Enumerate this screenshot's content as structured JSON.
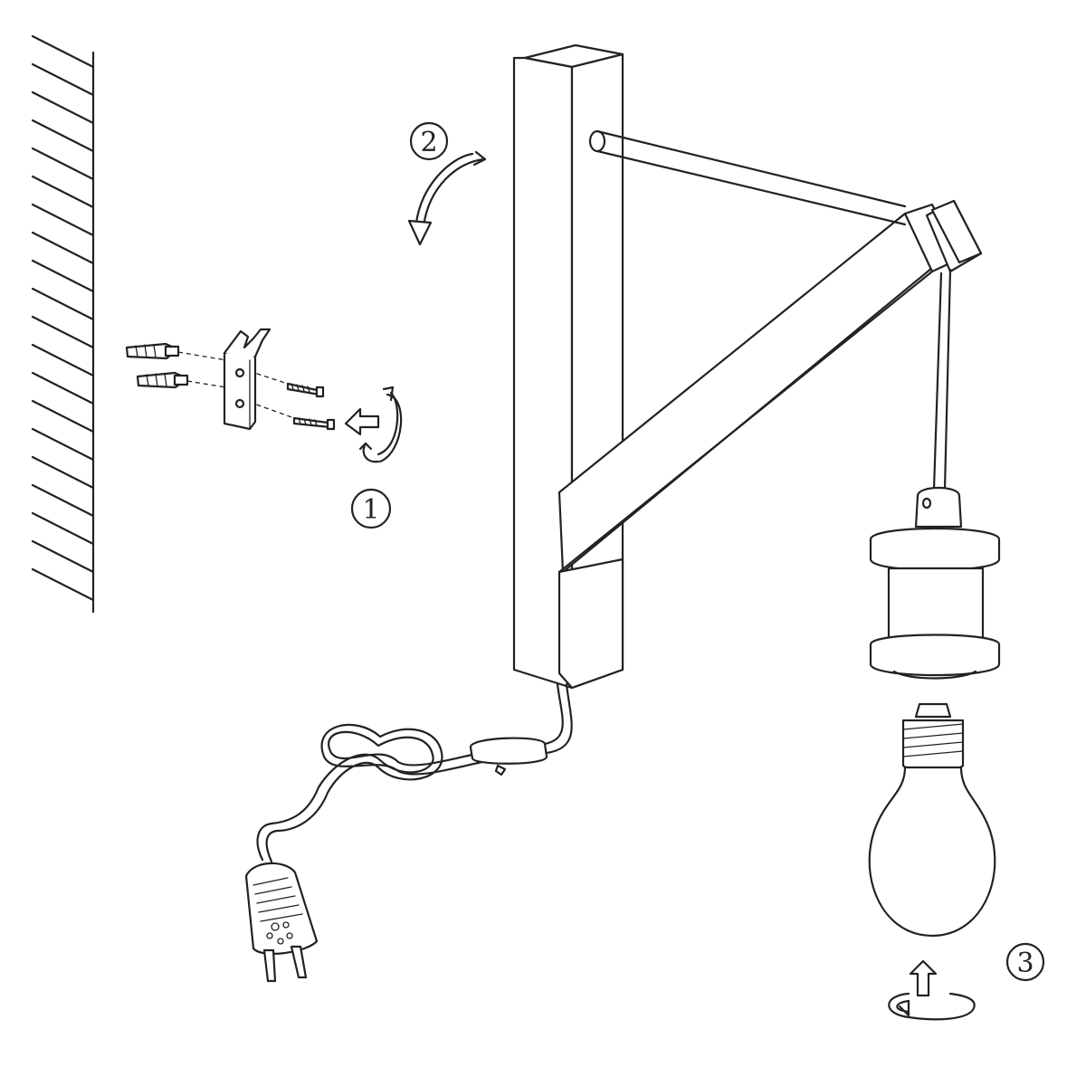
{
  "steps": [
    {
      "label": "1"
    },
    {
      "label": "2"
    },
    {
      "label": "3"
    }
  ],
  "colors": {
    "line": "#222222",
    "background": "#ffffff"
  }
}
